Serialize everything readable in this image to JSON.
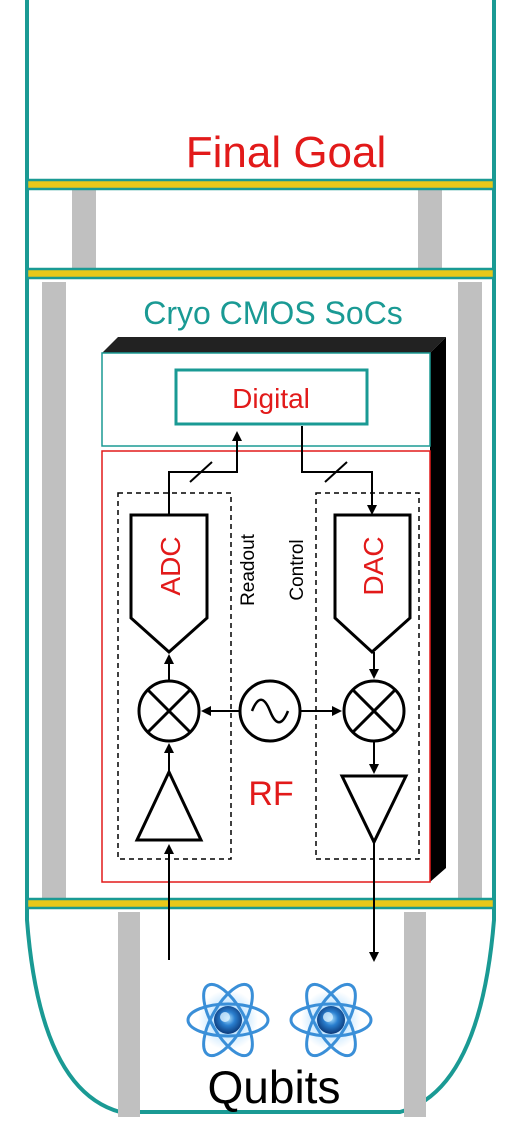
{
  "title": "Final Goal",
  "soc_title": "Cryo CMOS SoCs",
  "blocks": {
    "digital": "Digital",
    "adc": "ADC",
    "dac": "DAC",
    "rf": "RF",
    "readout": "Readout",
    "control": "Control"
  },
  "qubits_label": "Qubits",
  "colors": {
    "teal": "#1a9a94",
    "red": "#e21a1a",
    "gold": "#e8c81a",
    "grey": "#c0c0c0",
    "black": "#000000"
  }
}
